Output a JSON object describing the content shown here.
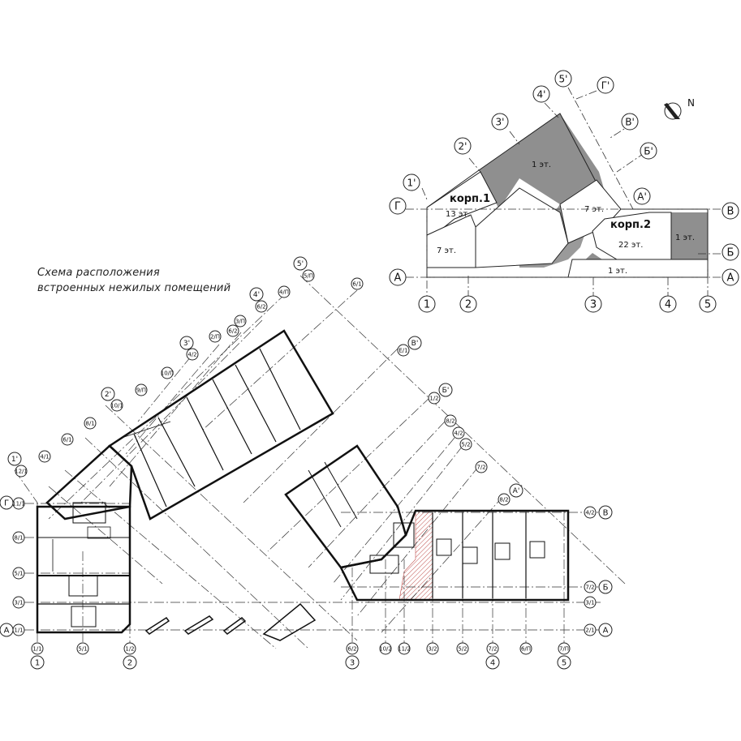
{
  "title": {
    "line1": "Схема расположения",
    "line2": "встроенных нежилых помещений"
  },
  "key_plan": {
    "north_label": "N",
    "building_1": {
      "name": "корп.1",
      "floors": "13 эт."
    },
    "building_2": {
      "name": "корп.2",
      "floors": "22 эт."
    },
    "zone_labels": {
      "one_floor_top": "1 эт.",
      "seven_floor_left": "7 эт.",
      "seven_floor_mid": "7 эт.",
      "one_floor_right": "1 эт.",
      "one_floor_bottom": "1 эт."
    },
    "axes_vertical": [
      "1",
      "2",
      "3",
      "4",
      "5"
    ],
    "axes_horizontal": [
      "В",
      "Б",
      "А"
    ],
    "axes_left": [
      "Г",
      "А"
    ],
    "axes_rotated_numbers": [
      "1'",
      "2'",
      "3'",
      "4'",
      "5'"
    ],
    "axes_rotated_letters": [
      "Г'",
      "В'",
      "Б'",
      "А'"
    ]
  },
  "plan": {
    "bottom_grid": {
      "sub_labels": [
        "1/1",
        "5/1",
        "1/2",
        "6/2",
        "10/2",
        "11/2",
        "3/2",
        "5/2",
        "7/2",
        "6/П",
        "7/П"
      ],
      "main_labels": [
        "1",
        "2",
        "3",
        "4",
        "5"
      ]
    },
    "right_grid": {
      "sub_labels": [
        "4/2",
        "7/2",
        "3/1",
        "2/1"
      ],
      "main_labels": [
        "В",
        "Б",
        "А"
      ]
    },
    "left_grid": {
      "sub_labels": [
        "11/1",
        "8/1",
        "5/1",
        "3/1",
        "1/1"
      ],
      "main_labels": [
        "Г",
        "А"
      ]
    },
    "rotated_labels_top": [
      "5'",
      "5/П",
      "6/1",
      "4'",
      "4/П",
      "6/2",
      "3/П",
      "6/2",
      "2/П",
      "3'",
      "4/2",
      "10/П",
      "9/П",
      "2'",
      "10/1",
      "8/1",
      "6/1",
      "4/1",
      "1'",
      "12/1"
    ],
    "rotated_labels_right": [
      "В'",
      "Е/1",
      "Б'",
      "1/2",
      "8/2",
      "4/2",
      "5/2",
      "7/2",
      "8/2",
      "А'"
    ]
  }
}
